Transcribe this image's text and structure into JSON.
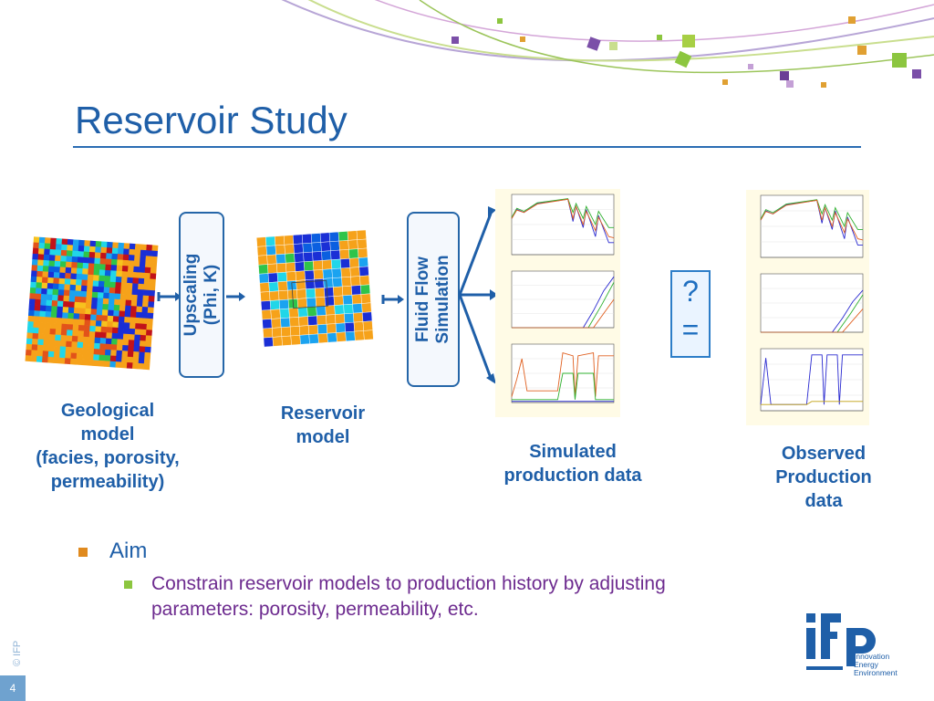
{
  "slide": {
    "title": "Reservoir Study",
    "page_number": "4",
    "copyright": "© IFP"
  },
  "flow": {
    "upscaling_box": {
      "line1": "Upscaling",
      "line2": "(Phi, K)"
    },
    "fluid_flow_box": {
      "line1": "Fluid Flow",
      "line2": "Simulation"
    },
    "geological_caption": [
      "Geological",
      "model",
      "(facies, porosity,",
      "permeability)"
    ],
    "reservoir_caption": [
      "Reservoir",
      "model"
    ],
    "simulated_caption": [
      "Simulated",
      "production data"
    ],
    "observed_caption": [
      "Observed",
      "Production",
      "data"
    ],
    "compare_box": {
      "top": "?",
      "bottom": "="
    }
  },
  "bullets": {
    "level1": "Aim",
    "level2_line1": "Constrain reservoir models to production history by adjusting",
    "level2_line2": "parameters: porosity, permeability, etc."
  },
  "logo": {
    "name": "ifp",
    "tagline": [
      "Innovation",
      "Energy",
      "Environment"
    ],
    "color": "#1f5fa8"
  },
  "colors": {
    "title": "#1f5fa8",
    "accent_orange": "#e08a1e",
    "accent_green": "#8cc63f",
    "bullet_text_purple": "#6d2b8f"
  }
}
